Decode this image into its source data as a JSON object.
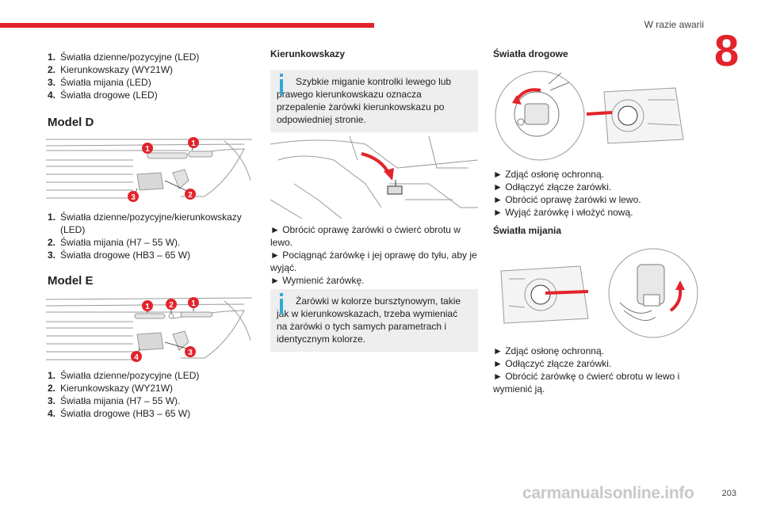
{
  "header": {
    "section": "W razie awarii",
    "chapter": "8",
    "page": "203"
  },
  "col1": {
    "list_a": [
      {
        "n": "1.",
        "t": "Światła dzienne/pozycyjne (LED)"
      },
      {
        "n": "2.",
        "t": "Kierunkowskazy (WY21W)"
      },
      {
        "n": "3.",
        "t": "Światła mijania (LED)"
      },
      {
        "n": "4.",
        "t": "Światła drogowe (LED)"
      }
    ],
    "model_d": {
      "title": "Model D",
      "callouts": [
        "1",
        "1",
        "2",
        "3"
      ],
      "list": [
        {
          "n": "1.",
          "t": "Światła dzienne/pozycyjne/kierunkowskazy (LED)"
        },
        {
          "n": "2.",
          "t": "Światła mijania (H7 – 55 W)."
        },
        {
          "n": "3.",
          "t": "Światła drogowe (HB3 – 65 W)"
        }
      ]
    },
    "model_e": {
      "title": "Model E",
      "callouts": [
        "1",
        "2",
        "1",
        "3",
        "4"
      ],
      "list": [
        {
          "n": "1.",
          "t": "Światła dzienne/pozycyjne (LED)"
        },
        {
          "n": "2.",
          "t": "Kierunkowskazy (WY21W)"
        },
        {
          "n": "3.",
          "t": "Światła mijania (H7 – 55 W)."
        },
        {
          "n": "4.",
          "t": "Światła drogowe (HB3 – 65 W)"
        }
      ]
    }
  },
  "col2": {
    "title": "Kierunkowskazy",
    "info1": "Szybkie miganie kontrolki lewego lub prawego kierunkowskazu oznacza przepalenie żarówki kierunkowskazu po odpowiedniej stronie.",
    "steps": [
      "► Obrócić oprawę żarówki o ćwierć obrotu w lewo.",
      "► Pociągnąć żarówkę i jej oprawę do tyłu, aby je wyjąć.",
      "► Wymienić żarówkę."
    ],
    "info2": "Żarówki w kolorze bursztynowym, takie jak w kierunkowskazach, trzeba wymieniać na żarówki o tych samych parametrach i identycznym kolorze."
  },
  "col3": {
    "title1": "Światła drogowe",
    "steps1": [
      "► Zdjąć osłonę ochronną.",
      "► Odłączyć złącze żarówki.",
      "► Obrócić oprawę żarówki w lewo.",
      "► Wyjąć żarówkę i włożyć nową."
    ],
    "title2": "Światła mijania",
    "steps2": [
      "► Zdjąć osłonę ochronną.",
      "► Odłączyć złącze żarówki.",
      "► Obrócić żarówkę o ćwierć obrotu w lewo i wymienić ją."
    ]
  },
  "watermark": "carmanualsonline.info",
  "colors": {
    "accent": "#e3232b",
    "info_icon": "#34a9d8",
    "info_bg": "#eeeeee"
  }
}
